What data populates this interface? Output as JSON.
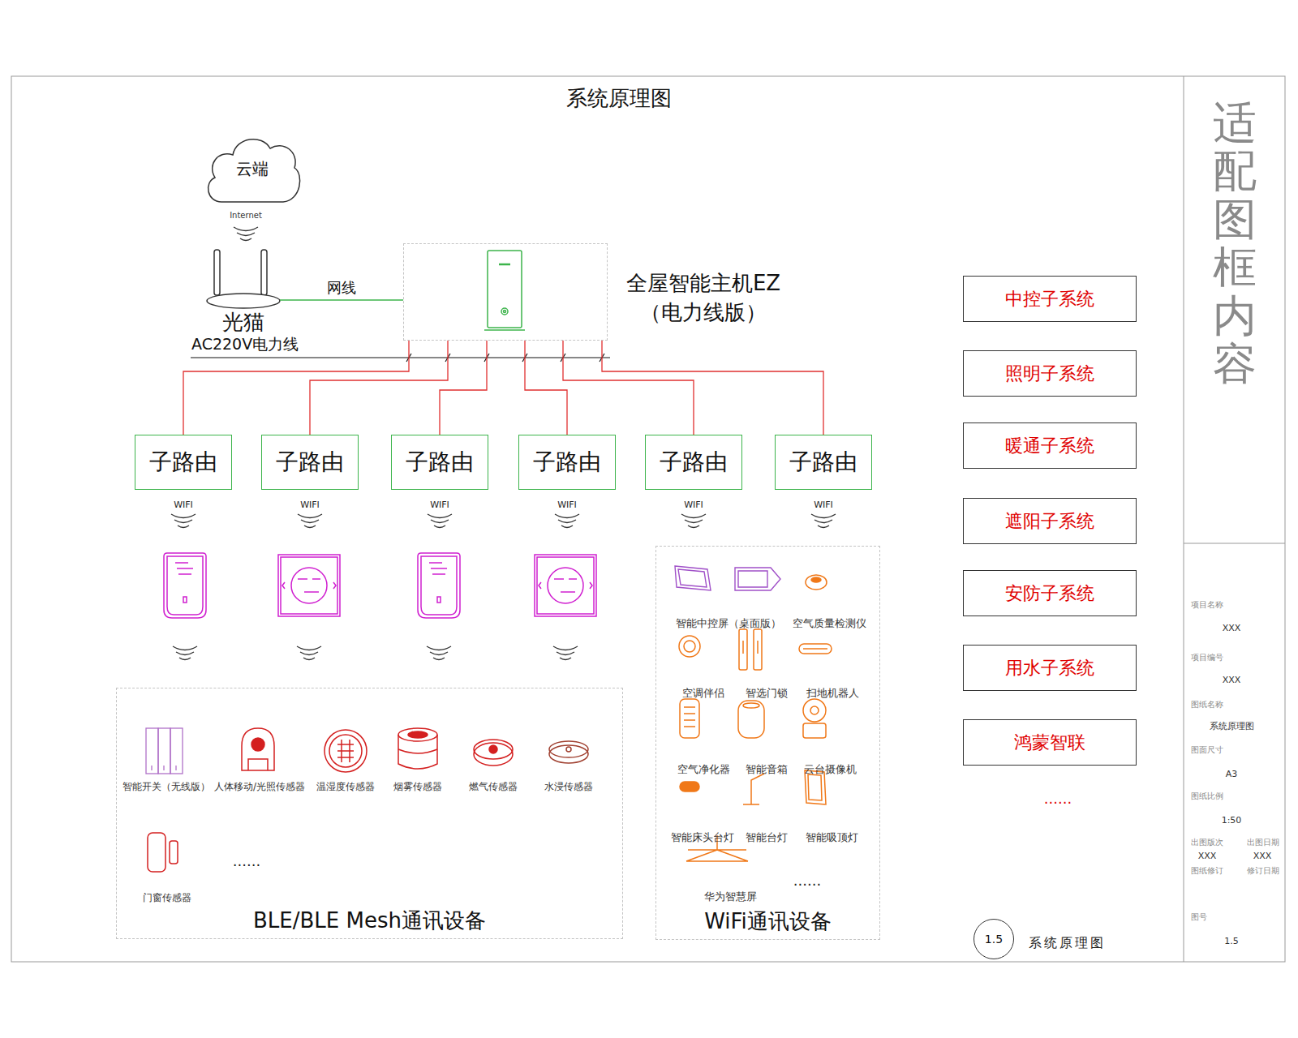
{
  "diagram": {
    "title": "系统原理图",
    "nodes": [
      {
        "text": [
          "云端"
        ]
      },
      {
        "text": [
          "光猫"
        ]
      },
      {
        "text": [
          "全屋智能主机EZ （电力线版）"
        ]
      },
      {
        "text": [
          "子路由"
        ]
      },
      {
        "text": [
          "子路由"
        ]
      },
      {
        "text": [
          "子路由"
        ]
      },
      {
        "text": [
          "子路由"
        ]
      },
      {
        "text": [
          "子路由"
        ]
      },
      {
        "text": [
          "子路由"
        ]
      },
      {
        "text": [
          "BLE/BLE Mesh通讯设备"
        ]
      },
      {
        "text": [
          "WiFi通讯设备"
        ]
      },
      {
        "text": [
          "中控子系统"
        ]
      },
      {
        "text": [
          "照明子系统"
        ]
      },
      {
        "text": [
          "暖通子系统"
        ]
      },
      {
        "text": [
          "遮阳子系统"
        ]
      },
      {
        "text": [
          "安防子系统"
        ]
      },
      {
        "text": [
          "用水子系统"
        ]
      },
      {
        "text": [
          "鸿蒙智联"
        ]
      },
      {
        "text": [
          "1.5"
        ]
      }
    ],
    "edges": [
      {
        "from": 1,
        "to": 2,
        "arrow": "none",
        "label": "网线"
      },
      {
        "from": 2,
        "to": 3,
        "arrow": "none"
      },
      {
        "from": 2,
        "to": 4,
        "arrow": "none"
      },
      {
        "from": 2,
        "to": 5,
        "arrow": "none"
      },
      {
        "from": 2,
        "to": 6,
        "arrow": "none"
      },
      {
        "from": 2,
        "to": 7,
        "arrow": "none"
      },
      {
        "from": 2,
        "to": 8,
        "arrow": "none"
      }
    ],
    "labels": [
      "Internet",
      "AC220V电力线",
      "WIFI",
      "WIFI",
      "WIFI",
      "WIFI",
      "WIFI",
      "WIFI",
      "智能开关（无线版）",
      "人体移动/光照传感器",
      "温湿度传感器",
      "烟雾传感器",
      "燃气传感器",
      "水浸传感器",
      "门窗传感器",
      "......",
      "智能中控屏（桌面版）",
      "空气质量检测仪",
      "空调伴侣",
      "智选门锁",
      "扫地机器人",
      "空气净化器",
      "智能音箱",
      "云台摄像机",
      "智能床头台灯",
      "智能台灯",
      "智能吸顶灯",
      "华为智慧屏",
      "......",
      "......",
      "系统原理图",
      "适配图框内容",
      "项目名称",
      "XXX",
      "项目编号",
      "XXX",
      "图纸名称",
      "系统原理图",
      "图面尺寸",
      "A3",
      "图纸比例",
      "1:50",
      "出图版次",
      "XXX",
      "出图日期",
      "XXX",
      "图纸修订",
      "修订日期",
      "图号",
      "1.5"
    ]
  }
}
